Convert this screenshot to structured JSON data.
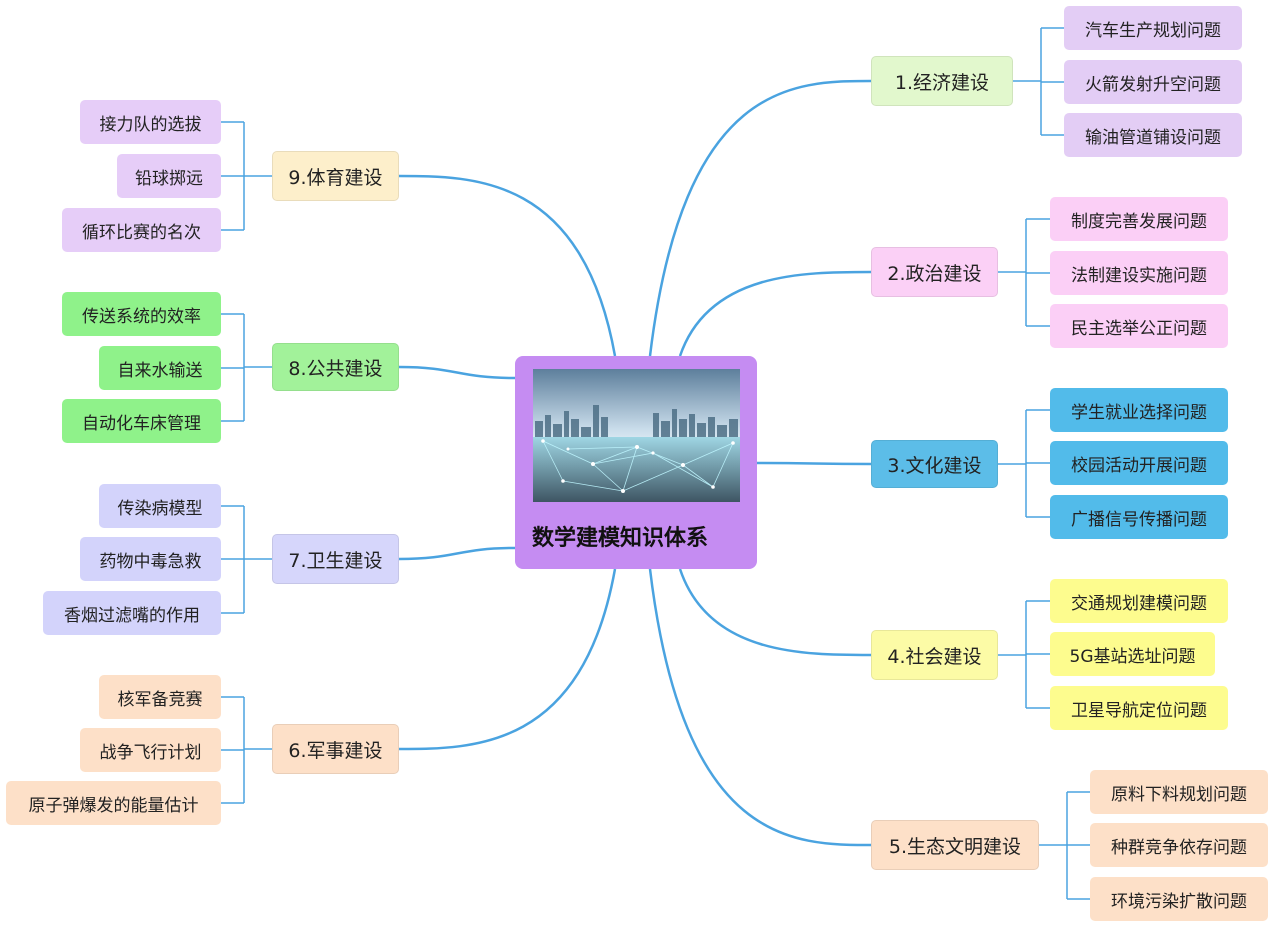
{
  "center": {
    "title": "数学建模知识体系",
    "fill": "#c58cf2"
  },
  "link_color": "#4aa3e0",
  "branches": [
    {
      "label": "1.经济建设",
      "color": "#e2f8cd",
      "leaf_color": "#e3cdf5",
      "leaves": [
        "汽车生产规划问题",
        "火箭发射升空问题",
        "输油管道铺设问题"
      ]
    },
    {
      "label": "2.政治建设",
      "color": "#fbd0f6",
      "leaf_color": "#fbcff6",
      "leaves": [
        "制度完善发展问题",
        "法制建设实施问题",
        "民主选举公正问题"
      ]
    },
    {
      "label": "3.文化建设",
      "color": "#5cbde8",
      "leaf_color": "#52bbea",
      "leaves": [
        "学生就业选择问题",
        "校园活动开展问题",
        "广播信号传播问题"
      ]
    },
    {
      "label": "4.社会建设",
      "color": "#fcfba6",
      "leaf_color": "#fdfc8e",
      "leaves": [
        "交通规划建模问题",
        "5G基站选址问题",
        "卫星导航定位问题"
      ]
    },
    {
      "label": "5.生态文明建设",
      "color": "#fde0c8",
      "leaf_color": "#fde0c8",
      "leaves": [
        "原料下料规划问题",
        "种群竞争依存问题",
        "环境污染扩散问题"
      ]
    },
    {
      "label": "6.军事建设",
      "color": "#fde0c8",
      "leaf_color": "#fde0c8",
      "leaves": [
        "核军备竞赛",
        "战争飞行计划",
        "原子弹爆发的能量估计"
      ]
    },
    {
      "label": "7.卫生建设",
      "color": "#d6d6fb",
      "leaf_color": "#d3d3fb",
      "leaves": [
        "传染病模型",
        "药物中毒急救",
        "香烟过滤嘴的作用"
      ]
    },
    {
      "label": "8.公共建设",
      "color": "#a2f29a",
      "leaf_color": "#8ff28a",
      "leaves": [
        "传送系统的效率",
        "自来水输送",
        "自动化车床管理"
      ]
    },
    {
      "label": "9.体育建设",
      "color": "#fdefcb",
      "leaf_color": "#e6cdf8",
      "leaves": [
        "接力队的选拔",
        "铅球掷远",
        "循环比赛的名次"
      ]
    }
  ]
}
